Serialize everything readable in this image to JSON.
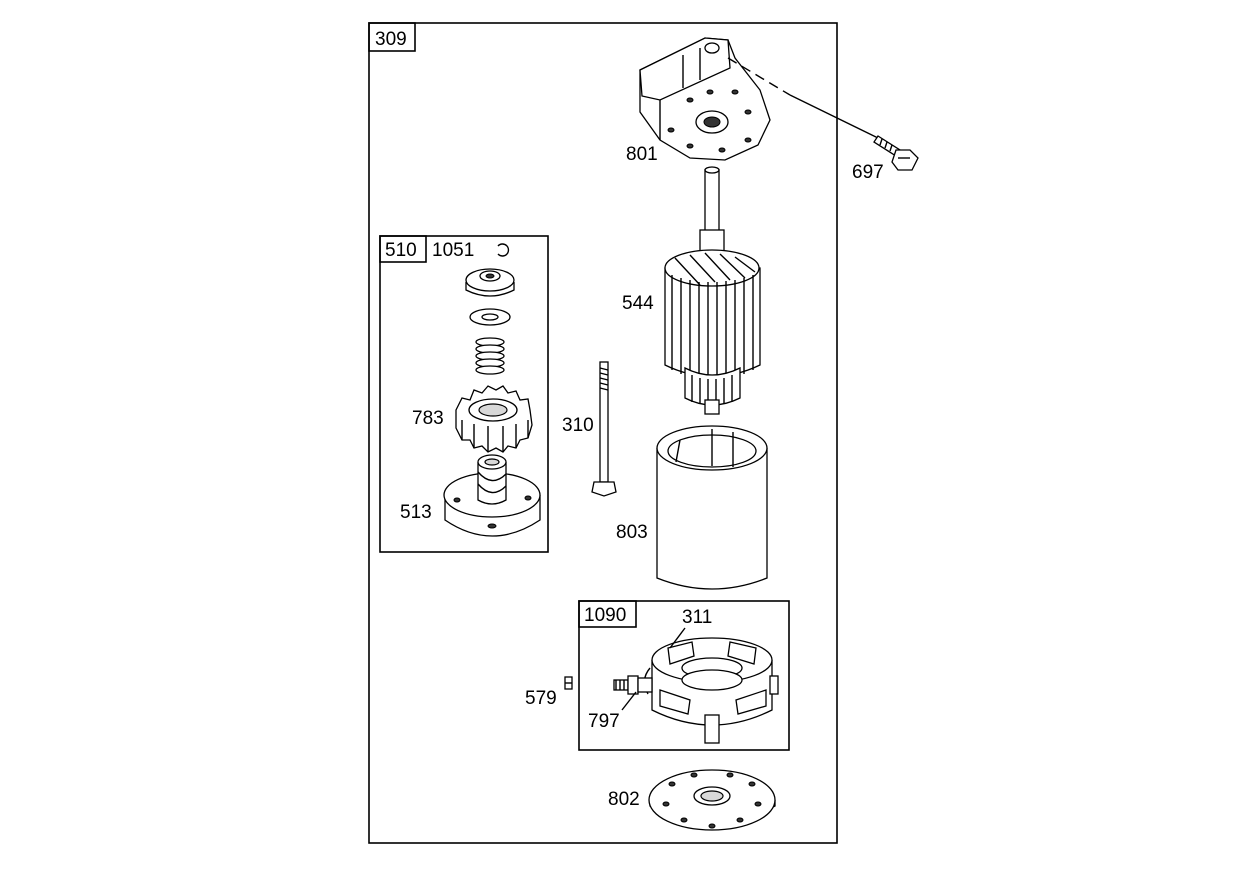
{
  "assembly": {
    "id": "309"
  },
  "groups": [
    {
      "key": "pinion",
      "id": "510"
    },
    {
      "key": "brush",
      "id": "1090"
    }
  ],
  "callouts": {
    "c801": "801",
    "c697": "697",
    "c544": "544",
    "c1051": "1051",
    "c783": "783",
    "c513": "513",
    "c310": "310",
    "c803": "803",
    "c311": "311",
    "c579": "579",
    "c797": "797",
    "c802": "802"
  }
}
